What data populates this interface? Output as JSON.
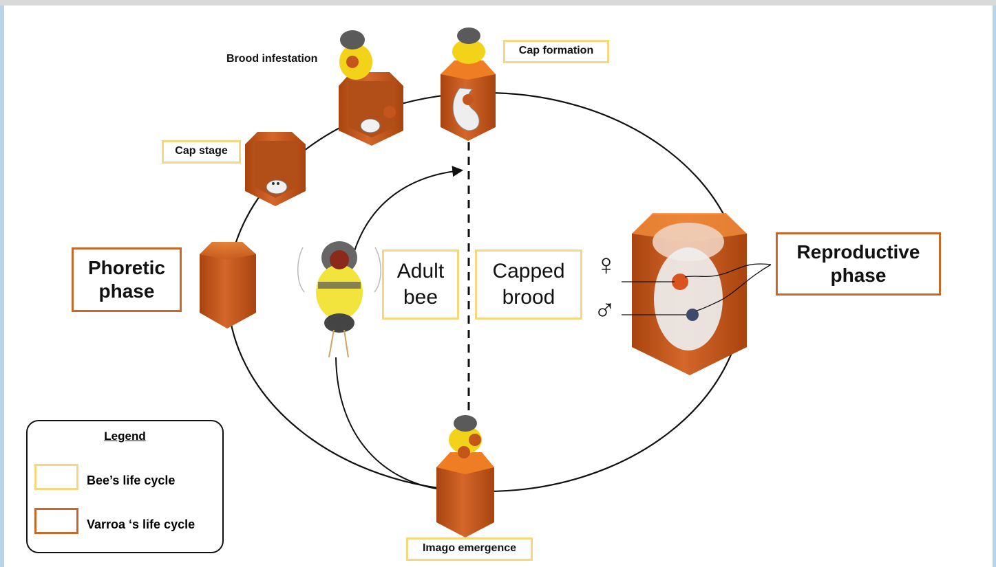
{
  "colors": {
    "bee_cycle_border": "#f7d77d",
    "varroa_cycle_border": "#c8692c",
    "cell": "#c4561b",
    "background": "#ffffff",
    "frame": "#bcd4e6"
  },
  "stages": {
    "brood_infestation": "Brood infestation",
    "cap_formation": "Cap formation",
    "cap_stage": "Cap stage",
    "imago_emergence": "Imago emergence"
  },
  "phases": {
    "phoretic": "Phoretic phase",
    "reproductive": "Reproductive phase"
  },
  "center": {
    "adult_bee": "Adult bee",
    "capped_brood": "Capped brood"
  },
  "symbols": {
    "female": "♀",
    "male": "♂"
  },
  "legend": {
    "title": "Legend",
    "bee_cycle": "Bee’s life cycle",
    "varroa_cycle": "Varroa ‘s life cycle"
  },
  "icons": [
    "honeycomb-cell-icon",
    "bee-icon",
    "varroa-mite-icon",
    "larva-icon",
    "pupa-icon"
  ]
}
